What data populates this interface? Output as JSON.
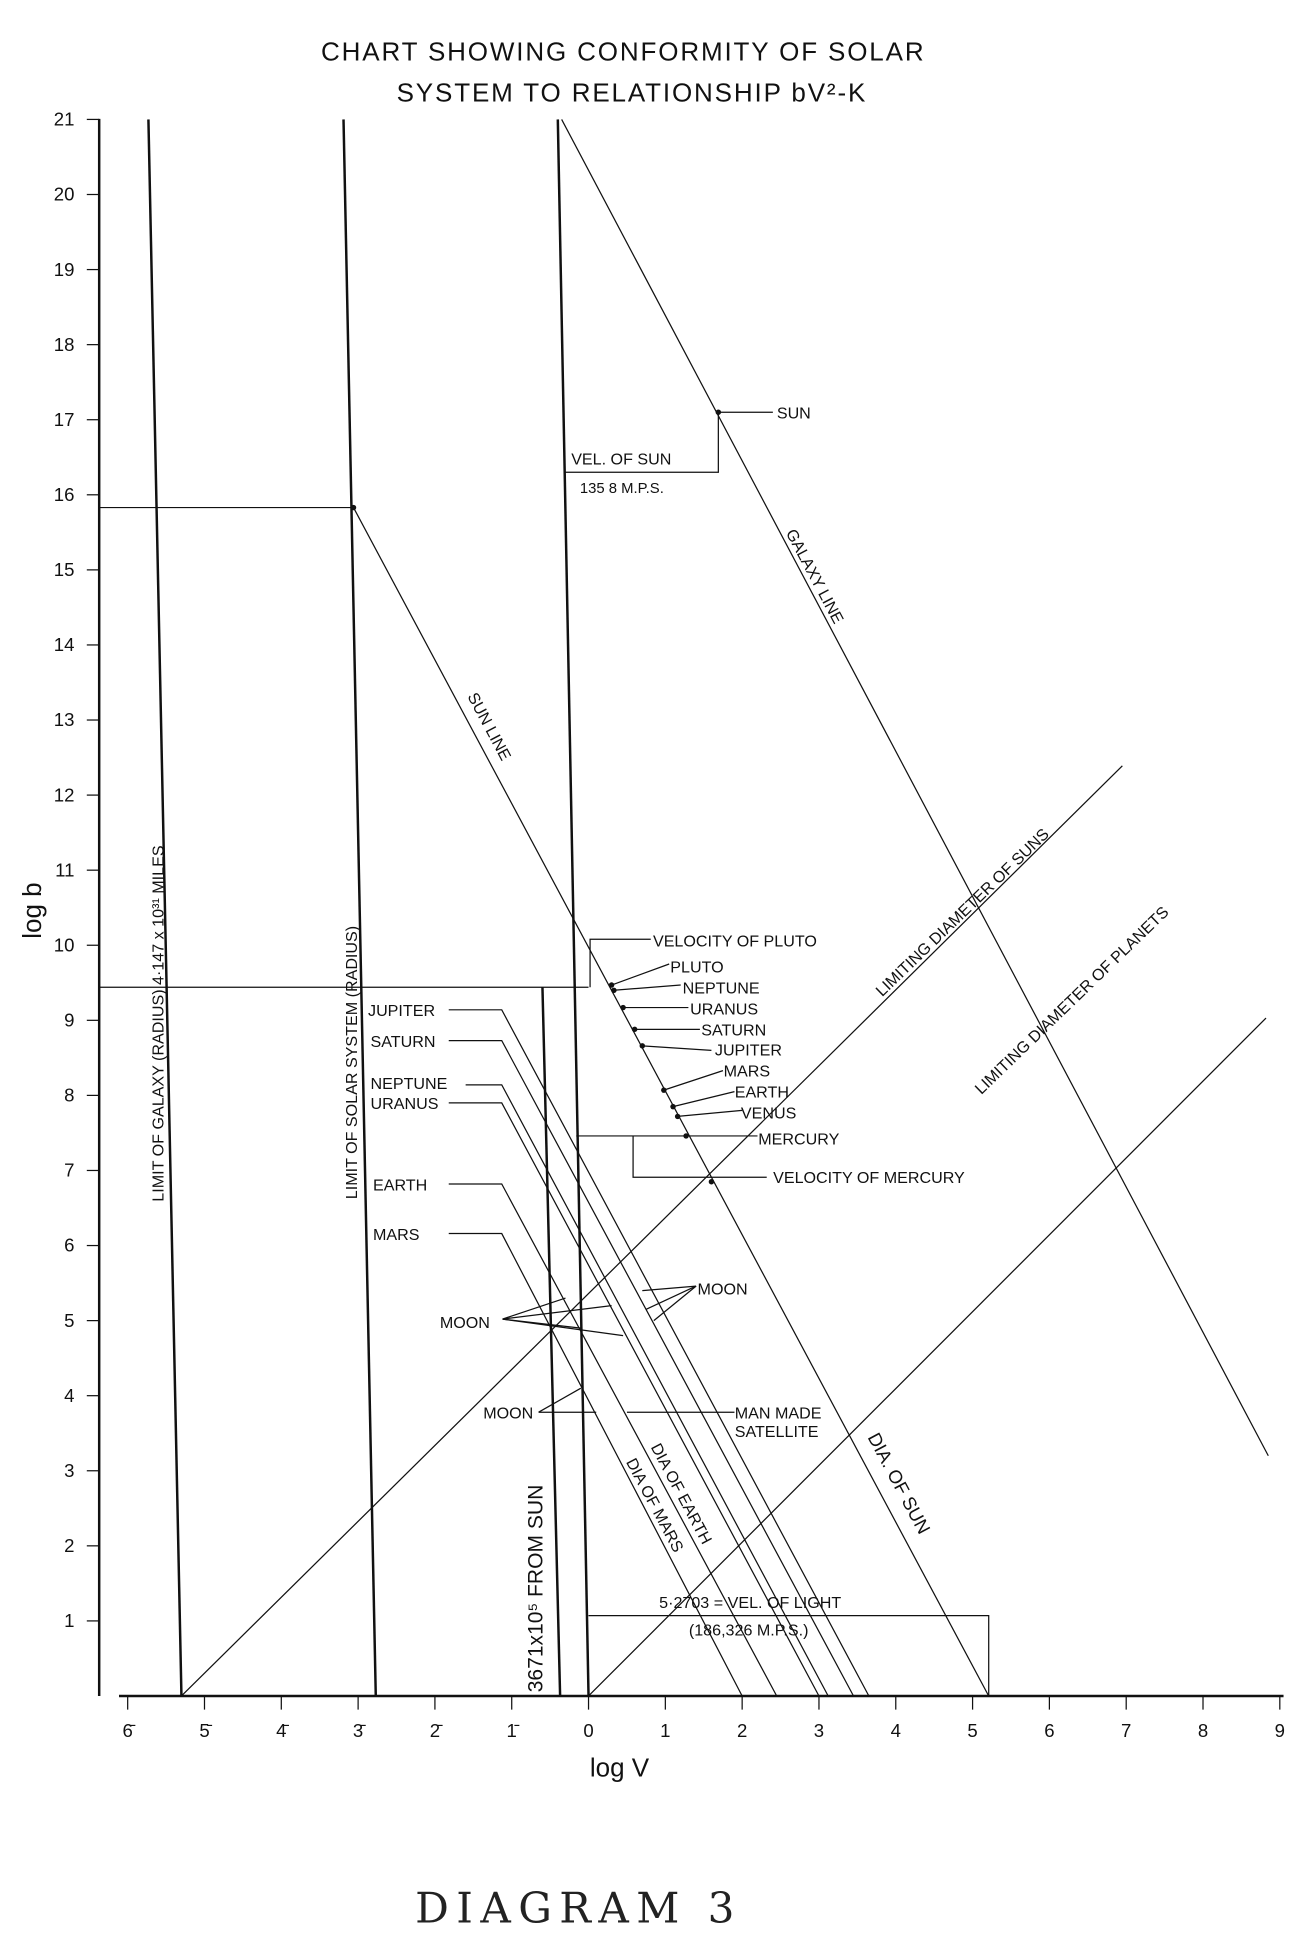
{
  "chart_data": {
    "type": "line",
    "title": [
      "CHART SHOWING CONFORMITY OF SOLAR",
      "SYSTEM TO RELATIONSHIP  bV²-K"
    ],
    "xlabel": "log V",
    "ylabel": "log b",
    "xlim": [
      -6,
      9
    ],
    "ylim": [
      0,
      21
    ],
    "grid": false,
    "x_ticks": [
      -6,
      -5,
      -4,
      -3,
      -2,
      -1,
      0,
      1,
      2,
      3,
      4,
      5,
      6,
      7,
      8,
      9
    ],
    "x_tick_labels": [
      "6̄",
      "5̄",
      "4̄",
      "3̄",
      "2̄",
      "1̄",
      "0",
      "1",
      "2",
      "3",
      "4",
      "5",
      "6",
      "7",
      "8",
      "9"
    ],
    "y_ticks": [
      1,
      2,
      3,
      4,
      5,
      6,
      7,
      8,
      9,
      10,
      11,
      12,
      13,
      14,
      15,
      16,
      17,
      18,
      19,
      20,
      21
    ],
    "y_tick_labels": [
      "1",
      "2",
      "3",
      "4",
      "5",
      "6",
      "7",
      "8",
      "9",
      "10",
      "11",
      "12",
      "13",
      "14",
      "15",
      "16",
      "17",
      "18",
      "19",
      "20",
      "21"
    ],
    "lines": [
      {
        "name": "limit-of-galaxy",
        "points": [
          [
            -5.73,
            21
          ],
          [
            -5.3,
            0
          ]
        ],
        "thick": true
      },
      {
        "name": "limit-of-solar-system",
        "points": [
          [
            -3.19,
            21
          ],
          [
            -2.77,
            0
          ]
        ],
        "thick": true
      },
      {
        "name": "log-v-zero-vertical",
        "points": [
          [
            -0.4,
            21
          ],
          [
            0,
            0
          ]
        ],
        "thick": true
      },
      {
        "name": "distance-from-sun-vertical",
        "points": [
          [
            -0.6,
            9.44
          ],
          [
            -0.37,
            0
          ]
        ],
        "thick": true
      },
      {
        "name": "galaxy-radius-level",
        "points": [
          [
            -6.37,
            15.83
          ],
          [
            -3.06,
            15.83
          ]
        ]
      },
      {
        "name": "solar-system-radius-level",
        "points": [
          [
            -6.37,
            9.44
          ],
          [
            0,
            9.44
          ]
        ]
      },
      {
        "name": "sun-line",
        "points": [
          [
            -3.06,
            15.83
          ],
          [
            5.21,
            0
          ]
        ]
      },
      {
        "name": "galaxy-line",
        "points": [
          [
            -0.35,
            21
          ],
          [
            8.85,
            3.2
          ]
        ]
      },
      {
        "name": "limiting-diameter-of-suns",
        "points": [
          [
            -5.3,
            0
          ],
          [
            6.95,
            12.39
          ]
        ]
      },
      {
        "name": "limiting-diameter-of-planets",
        "points": [
          [
            0,
            0
          ],
          [
            8.82,
            9.03
          ]
        ]
      },
      {
        "name": "velocity-of-light-box",
        "points": [
          [
            0,
            1.07
          ],
          [
            5.21,
            1.07
          ],
          [
            5.21,
            0
          ]
        ]
      },
      {
        "name": "velocity-of-sun-box",
        "points": [
          [
            -0.3,
            16.3
          ],
          [
            1.69,
            16.3
          ],
          [
            1.69,
            17.1
          ]
        ]
      },
      {
        "name": "velocity-of-pluto-marker",
        "points": [
          [
            0.02,
            9.44
          ],
          [
            0.02,
            10.08
          ],
          [
            0.81,
            10.08
          ]
        ]
      },
      {
        "name": "mercury-level",
        "points": [
          [
            -0.16,
            7.46
          ],
          [
            2.2,
            7.46
          ]
        ]
      },
      {
        "name": "velocity-of-mercury-marker",
        "points": [
          [
            0.58,
            7.46
          ],
          [
            0.58,
            6.91
          ],
          [
            2.32,
            6.91
          ]
        ]
      },
      {
        "name": "jupiter-diameter-line",
        "points": [
          [
            -1.82,
            9.14
          ],
          [
            -1.13,
            9.14
          ],
          [
            3.65,
            0
          ]
        ]
      },
      {
        "name": "saturn-diameter-line",
        "points": [
          [
            -1.82,
            8.73
          ],
          [
            -1.13,
            8.73
          ],
          [
            3.45,
            0
          ]
        ]
      },
      {
        "name": "neptune-diameter-line",
        "points": [
          [
            -1.6,
            8.14
          ],
          [
            -1.13,
            8.14
          ],
          [
            3.12,
            0
          ]
        ]
      },
      {
        "name": "uranus-diameter-line",
        "points": [
          [
            -1.82,
            7.9
          ],
          [
            -1.13,
            7.9
          ],
          [
            3.0,
            0
          ]
        ]
      },
      {
        "name": "earth-diameter-line",
        "points": [
          [
            -1.82,
            6.82
          ],
          [
            -1.13,
            6.82
          ],
          [
            2.45,
            0
          ]
        ]
      },
      {
        "name": "mars-diameter-line",
        "points": [
          [
            -1.82,
            6.16
          ],
          [
            -1.13,
            6.16
          ],
          [
            2.0,
            0
          ]
        ]
      },
      {
        "name": "man-made-satellite-level",
        "points": [
          [
            0.5,
            3.78
          ],
          [
            1.9,
            3.78
          ]
        ]
      },
      {
        "name": "moon-left-leader-1",
        "points": [
          [
            -1.12,
            5.02
          ],
          [
            -0.3,
            5.3
          ]
        ]
      },
      {
        "name": "moon-left-leader-2",
        "points": [
          [
            -1.12,
            5.02
          ],
          [
            0.3,
            5.2
          ]
        ]
      },
      {
        "name": "moon-left-leader-3",
        "points": [
          [
            -1.12,
            5.02
          ],
          [
            -0.1,
            4.9
          ]
        ]
      },
      {
        "name": "moon-left-leader-4",
        "points": [
          [
            -1.12,
            5.02
          ],
          [
            0.45,
            4.8
          ]
        ]
      },
      {
        "name": "moon-right-leader-1",
        "points": [
          [
            1.4,
            5.46
          ],
          [
            0.7,
            5.4
          ]
        ]
      },
      {
        "name": "moon-right-leader-2",
        "points": [
          [
            1.4,
            5.46
          ],
          [
            0.75,
            5.15
          ]
        ]
      },
      {
        "name": "moon-right-leader-3",
        "points": [
          [
            1.4,
            5.46
          ],
          [
            0.85,
            5.0
          ]
        ]
      },
      {
        "name": "moon-lower-leader",
        "points": [
          [
            -0.65,
            3.78
          ],
          [
            0.1,
            3.78
          ]
        ]
      },
      {
        "name": "moon-lower-leader-2",
        "points": [
          [
            -0.65,
            3.78
          ],
          [
            -0.1,
            4.1
          ]
        ]
      },
      {
        "name": "sun-leader",
        "points": [
          [
            1.69,
            17.1
          ],
          [
            2.4,
            17.1
          ]
        ]
      },
      {
        "name": "pluto-leader",
        "points": [
          [
            0.3,
            9.47
          ],
          [
            1.05,
            9.75
          ]
        ]
      },
      {
        "name": "neptune-leader",
        "points": [
          [
            0.33,
            9.4
          ],
          [
            1.2,
            9.47
          ]
        ]
      },
      {
        "name": "uranus-leader",
        "points": [
          [
            0.45,
            9.17
          ],
          [
            1.3,
            9.17
          ]
        ]
      },
      {
        "name": "saturn-leader",
        "points": [
          [
            0.6,
            8.88
          ],
          [
            1.45,
            8.88
          ]
        ]
      },
      {
        "name": "jupiter-leader",
        "points": [
          [
            0.7,
            8.66
          ],
          [
            1.6,
            8.6
          ]
        ]
      },
      {
        "name": "mars-leader",
        "points": [
          [
            0.98,
            8.07
          ],
          [
            1.75,
            8.33
          ]
        ]
      },
      {
        "name": "earth-leader",
        "points": [
          [
            1.1,
            7.85
          ],
          [
            1.9,
            8.05
          ]
        ]
      },
      {
        "name": "venus-leader",
        "points": [
          [
            1.16,
            7.72
          ],
          [
            2.0,
            7.8
          ]
        ]
      }
    ],
    "points": [
      {
        "name": "sun",
        "x": 1.69,
        "y": 17.1
      },
      {
        "name": "galaxy-limit-point",
        "x": -3.06,
        "y": 15.83
      },
      {
        "name": "pluto",
        "x": 0.3,
        "y": 9.47
      },
      {
        "name": "neptune",
        "x": 0.33,
        "y": 9.4
      },
      {
        "name": "uranus",
        "x": 0.45,
        "y": 9.17
      },
      {
        "name": "saturn",
        "x": 0.6,
        "y": 8.88
      },
      {
        "name": "jupiter",
        "x": 0.7,
        "y": 8.66
      },
      {
        "name": "mars",
        "x": 0.98,
        "y": 8.07
      },
      {
        "name": "earth",
        "x": 1.1,
        "y": 7.85
      },
      {
        "name": "venus",
        "x": 1.16,
        "y": 7.72
      },
      {
        "name": "mercury",
        "x": 1.27,
        "y": 7.46
      },
      {
        "name": "velocity-of-mercury",
        "x": 1.6,
        "y": 6.85
      }
    ],
    "annotations": {
      "sun": "SUN",
      "vel_of_sun": "VEL. OF SUN",
      "vel_of_sun_value": "135 8 M.P.S.",
      "galaxy_line": "GALAXY LINE",
      "sun_line": "SUN LINE",
      "limit_galaxy": "LIMIT OF GALAXY (RADIUS)   4·147 x 10³¹ MILES",
      "limit_solar": "LIMIT OF SOLAR SYSTEM (RADIUS)",
      "lim_suns": "LIMITING DIAMETER OF SUNS",
      "lim_planets": "LIMITING DIAMETER OF PLANETS",
      "velocity_pluto": "VELOCITY OF PLUTO",
      "pluto": "PLUTO",
      "neptune_r": "NEPTUNE",
      "uranus_r": "URANUS",
      "saturn_r": "SATURN",
      "jupiter_r": "JUPITER",
      "mars_r": "MARS",
      "earth_r": "EARTH",
      "venus": "VENUS",
      "mercury": "MERCURY",
      "velocity_mercury": "VELOCITY OF MERCURY",
      "jupiter_l": "JUPITER",
      "saturn_l": "SATURN",
      "neptune_l": "NEPTUNE",
      "uranus_l": "URANUS",
      "earth_l": "EARTH",
      "mars_l": "MARS",
      "moon_left": "MOON",
      "moon_right": "MOON",
      "moon_lower": "MOON",
      "man_made_1": "MAN MADE",
      "man_made_2": "SATELLITE",
      "dia_sun": "DIA. OF SUN",
      "dia_earth": "DIA OF EARTH",
      "dia_mars": "DIA OF MARS",
      "from_sun": "3671x10⁵ FROM SUN",
      "light_1": "5·2703 = VEL. OF LIGHT",
      "light_2": "(186,326  M.P.S.)"
    }
  },
  "caption": "DIAGRAM  3"
}
